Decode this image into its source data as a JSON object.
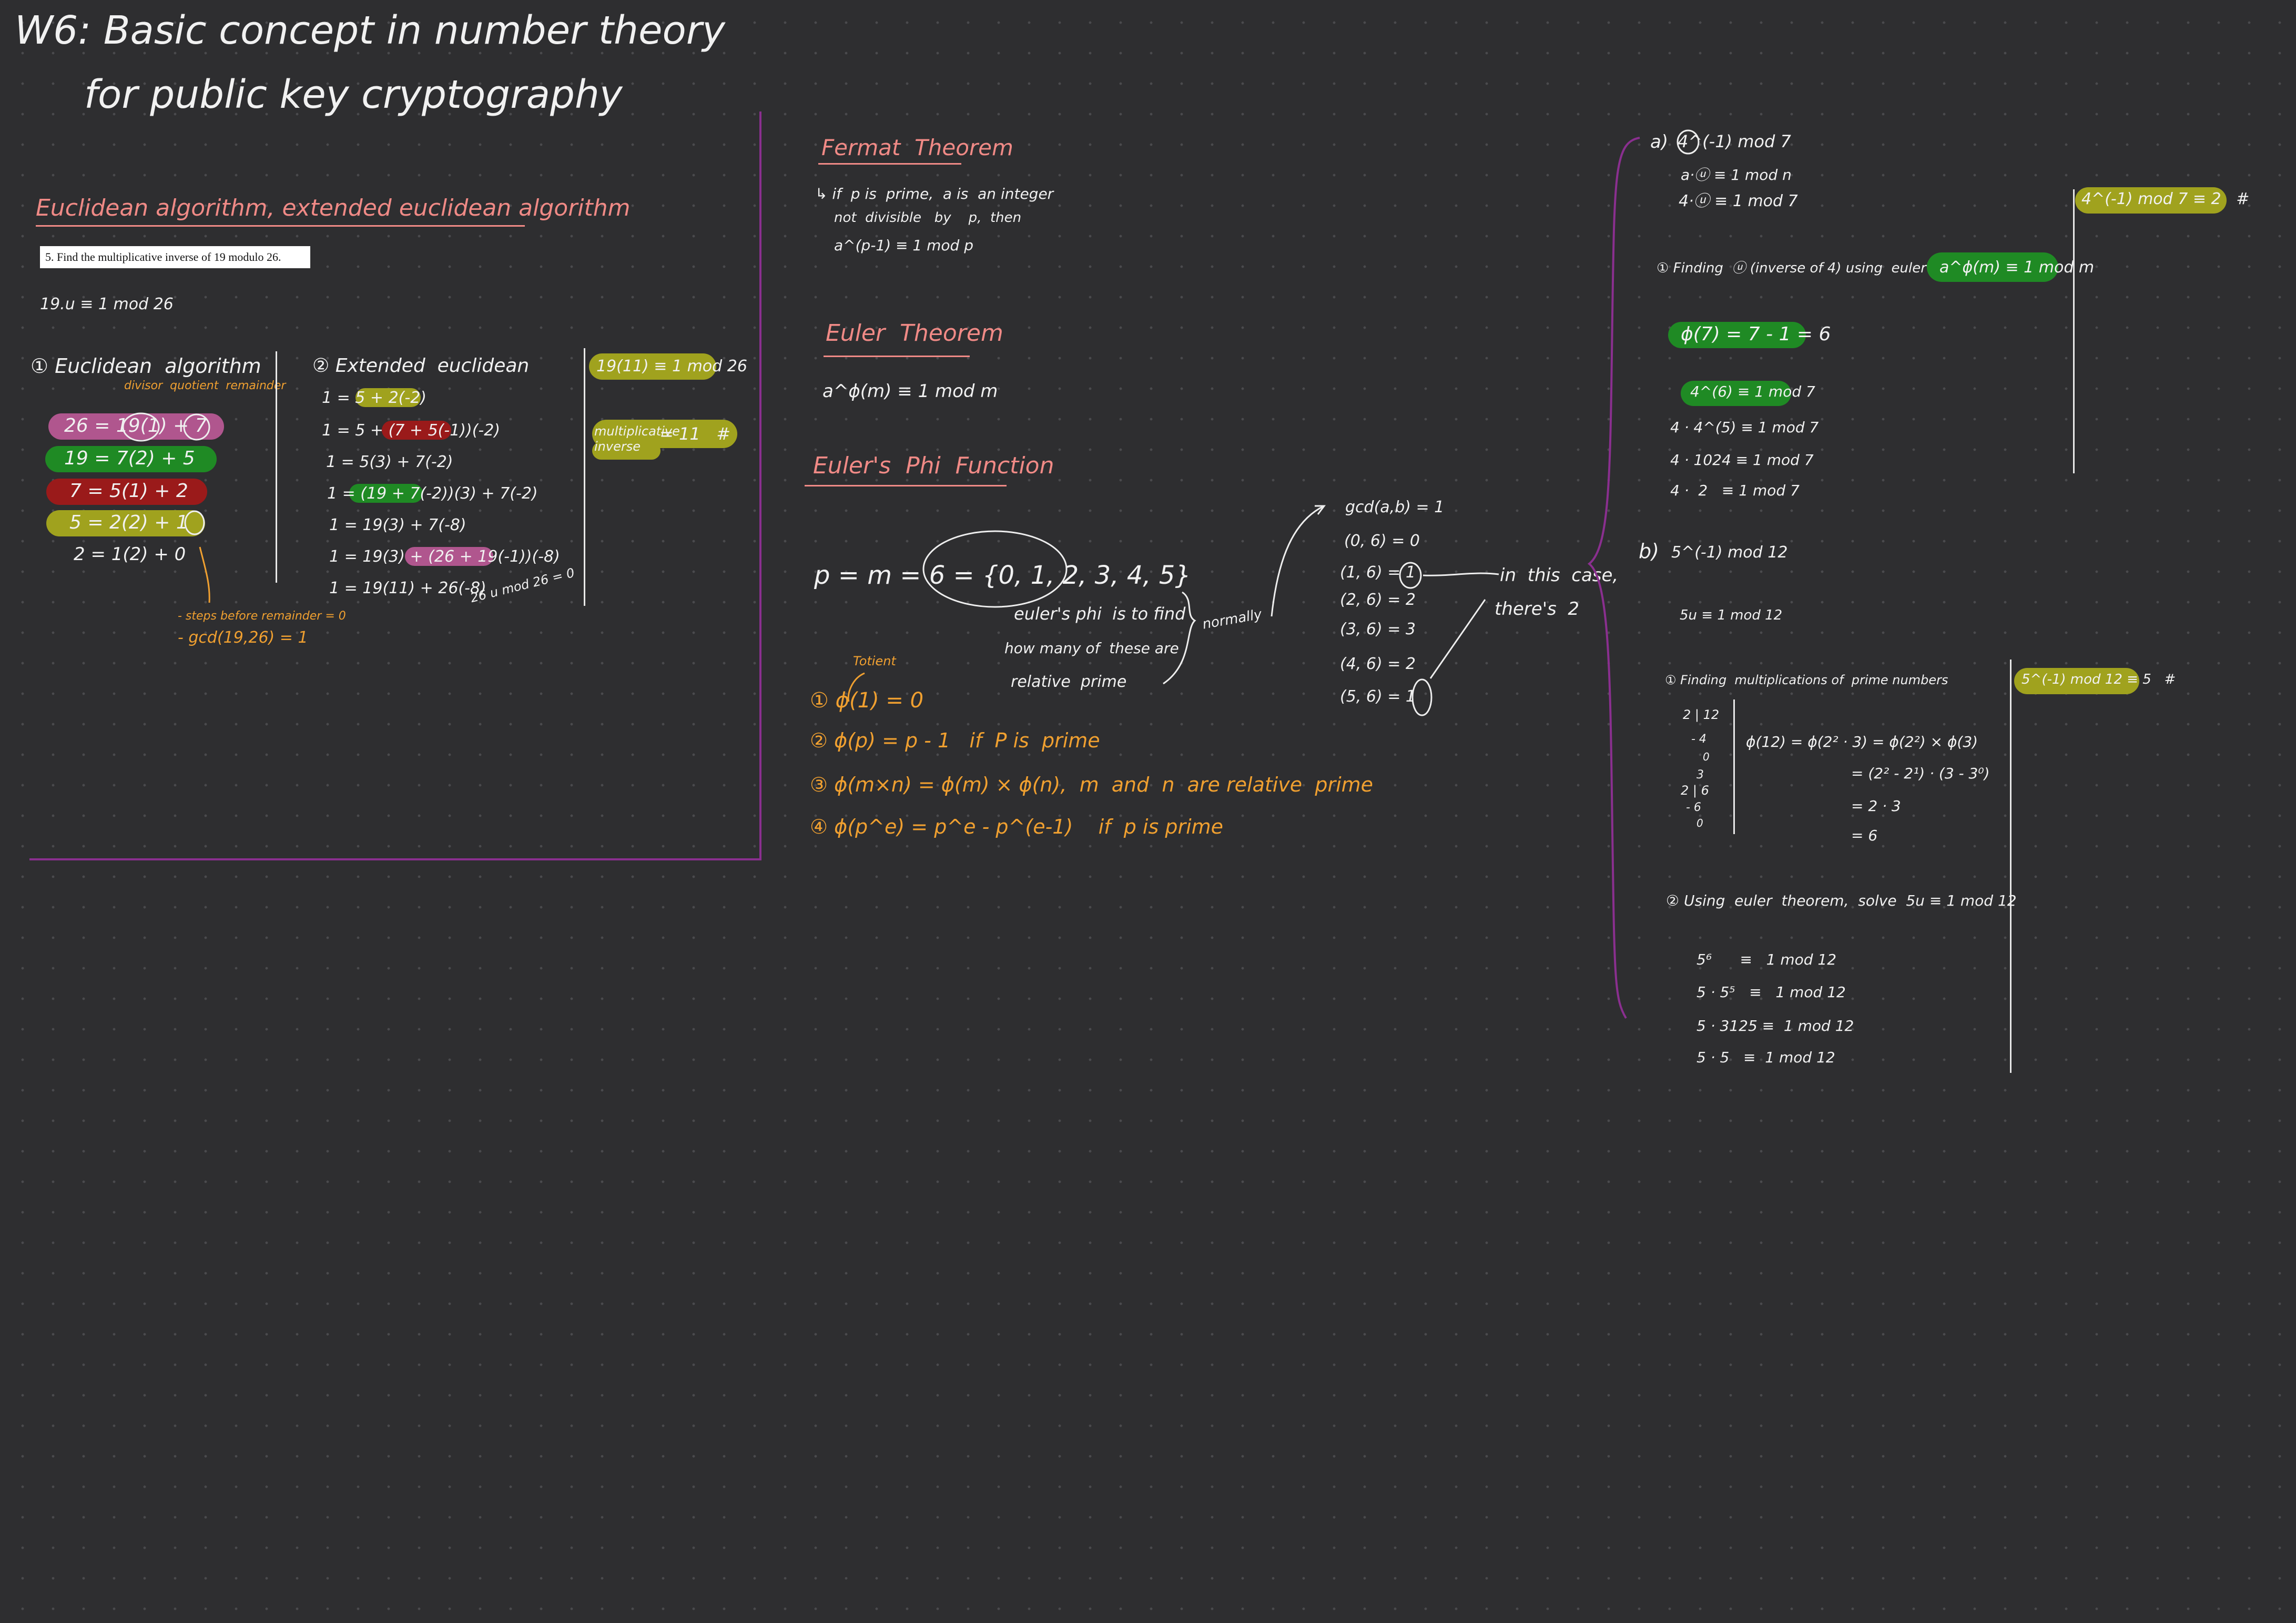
{
  "title": {
    "line1": "W6: Basic concept in number theory",
    "line2": "for public key cryptography"
  },
  "left": {
    "heading": "Euclidean algorithm, extended euclidean algorithm",
    "question": "5.  Find the multiplicative inverse of 19 modulo 26.",
    "congruence": "19.u ≡ 1 mod 26",
    "euclid": {
      "title": "① Euclidean  algorithm",
      "labels": "divisor  quotient  remainder",
      "rows": [
        "26 = 19(1) + 7",
        "19 = 7(2) + 5",
        "7 = 5(1) + 2",
        "5 = 2(2) + 1",
        "2 = 1(2) + 0"
      ],
      "note1": "- steps before remainder = 0",
      "note2": "- gcd(19,26) = 1"
    },
    "extended": {
      "title": "② Extended  euclidean",
      "rows": [
        "1 = 5 + 2(-2)",
        "1 = 5 + (7 + 5(-1))(-2)",
        "1 = 5(3) + 7(-2)",
        "1 = (19 + 7(-2))(3) + 7(-2)",
        "1 = 19(3) + 7(-8)",
        "1 = 19(3) + (26 + 19(-1))(-8)",
        "1 = 19(11) + 26(-8)"
      ],
      "side_note": "26 u mod 26 = 0"
    },
    "result": "19(11) ≡ 1 mod 26",
    "mult_inverse": "multiplicative inverse",
    "mult_value": "= 11   #"
  },
  "middle": {
    "fermat": {
      "title": "Fermat  Theorem",
      "line1": "↳ if  p is  prime,  a is  an integer",
      "line2": "not  divisible   by    p,  then",
      "formula": "a^(p-1) ≡ 1 mod p"
    },
    "euler": {
      "title": "Euler  Theorem",
      "formula": "a^ϕ(m) ≡ 1 mod m"
    },
    "phi": {
      "title": "Euler's  Phi  Function",
      "set": "p = m = 6 = {0, 1, 2, 3, 4, 5}",
      "desc1": "euler's phi  is to find",
      "desc2": "how many of  these are",
      "desc3": "relative  prime",
      "normally": "normally",
      "totient": "Totient",
      "rules": [
        "① ϕ(1) = 0",
        "② ϕ(p) = p - 1   if  P is  prime",
        "③ ϕ(m×n) = ϕ(m) × ϕ(n),  m  and  n  are relative  prime",
        "④ ϕ(p^e) = p^e - p^(e-1)    if  p is prime"
      ],
      "gcd": [
        "gcd(a,b) = 1",
        "(0, 6) = 0",
        "(1, 6) = 1",
        "(2, 6) = 2",
        "(3, 6) = 3",
        "(4, 6) = 2",
        "(5, 6) = 1"
      ],
      "in_this_case": "in  this  case,",
      "theres_2": "there's  2"
    }
  },
  "right": {
    "a": {
      "label": "a)",
      "problem": "4^(-1) mod 7",
      "line1": "a·ⓤ ≡ 1 mod n",
      "line2": "4·ⓤ ≡ 1 mod 7",
      "step1": "① Finding  ⓤ (inverse of 4) using  euler's theorem:",
      "euler_box": "a^ϕ(m) ≡ 1 mod m",
      "phi7": "ϕ(7) = 7 - 1 = 6",
      "pow6": "4^(6) ≡ 1 mod 7",
      "rows": [
        "4 · 4^(5) ≡ 1 mod 7",
        "4 · 1024 ≡ 1 mod 7",
        "4 ·  2   ≡ 1 mod 7"
      ],
      "answer": "4^(-1) mod 7 ≡ 2   #"
    },
    "b": {
      "label": "b)",
      "problem": "5^(-1) mod 12",
      "line1": "5u ≡ 1 mod 12",
      "step1": "① Finding  multiplications of  prime numbers",
      "factor1": "2 | 12",
      "factor1b": "- 4",
      "factor1c": "0",
      "factor2": "3",
      "factor2b": "2 | 6",
      "factor2c": "- 6",
      "factor2d": "0",
      "phi_rows": [
        "ϕ(12) = ϕ(2² · 3) = ϕ(2²) × ϕ(3)",
        "= (2² - 2¹) · (3 - 3⁰)",
        "= 2 · 3",
        "= 6"
      ],
      "answer": "5^(-1) mod 12 ≡ 5   #",
      "step2": "② Using  euler  theorem,  solve  5u ≡ 1 mod 12",
      "rows": [
        "5⁶      ≡   1 mod 12",
        "5 · 5⁵   ≡   1 mod 12",
        "5 · 3125 ≡  1 mod 12",
        "5 · 5   ≡  1 mod 12"
      ]
    }
  }
}
